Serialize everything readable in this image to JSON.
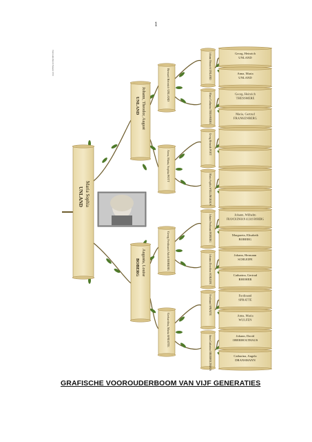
{
  "page_number": "1",
  "caption": "GRAFISCHE VOOROUDERBOOM VAN VIJF GENERATIES",
  "credits": "Voorouderboom fopaco 6.54",
  "generation1": {
    "name1": "Maria Sophia",
    "name2": "UNLAND"
  },
  "father": {
    "name1": "Johann, Theodor, August",
    "name2": "UNLAND"
  },
  "mother": {
    "name1": "Augusta, Louise",
    "name2": "BOBERG"
  },
  "gen3": [
    "Bernard Heinrich UNLAND",
    "Anna, Maria, Sophia POTT",
    "Georg Ferdinand Adolf BOBERG",
    "Gerhardina, Maria SPRATTE"
  ],
  "gen4": [
    "Johann Heinrich UNLAND",
    "Maria Catharina THESSMERE",
    "Georg Heinrich POTT",
    "Maria Sophia WELLINGHAUS",
    "Johann Ferdinand BOBERG",
    "Johanna Dorothea SCHLEIFE",
    "Ferdinand SPRATTE",
    "Anna Catharina OBERHOLTHAUS"
  ],
  "gen5": [
    {
      "name": "Georg, Heinrich",
      "surname": "UNLAND"
    },
    {
      "name": "Anna, Maria",
      "surname": "UNLAND"
    },
    {
      "name": "Georg, Heinrich",
      "surname": "THESSMERE"
    },
    {
      "name": "Maria, Gertrud",
      "surname": "FRANKENBERG"
    },
    {
      "name": "",
      "surname": ""
    },
    {
      "name": "",
      "surname": ""
    },
    {
      "name": "",
      "surname": ""
    },
    {
      "name": "",
      "surname": ""
    },
    {
      "name": "Johann, Wilhelm",
      "surname": "FRANCKENHAN ALIAS BOBERG"
    },
    {
      "name": "Margareta, Elisabeth",
      "surname": "BOBERG"
    },
    {
      "name": "Johann, Hermann",
      "surname": "SCHLEIFE"
    },
    {
      "name": "Catharina, Gertrud",
      "surname": "RHOHER"
    },
    {
      "name": "Ferdinand",
      "surname": "SPRATTE"
    },
    {
      "name": "Anna, Maria",
      "surname": "WULFEN"
    },
    {
      "name": "Johann, David",
      "surname": "OBERHOLTHAUS"
    },
    {
      "name": "Catharina, Angela",
      "surname": "DRANSMANN"
    }
  ]
}
